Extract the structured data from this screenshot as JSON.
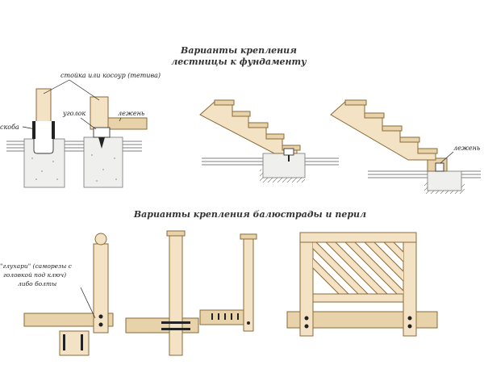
{
  "title_top": {
    "line1": "Варианты крепления",
    "line2": "лестницы к фундаменту"
  },
  "title_bottom": "Варианты крепления балюстрады и перил",
  "labels": {
    "post_or_stringer": "стойка или косоур (тетива)",
    "corner": "уголок",
    "ledger_1": "лежень",
    "bracket_left": "скоба",
    "ledger_2": "лежень",
    "lags_1": "\"глухари\" (саморезы с",
    "lags_2": "головкой под ключ)",
    "lags_3": "либо болты"
  },
  "colors": {
    "wood": "#f3e2c4",
    "wood_dark": "#e8d2aa",
    "wood_edge": "#8a6a3a",
    "concrete": "#efefed",
    "ink": "#222222"
  }
}
